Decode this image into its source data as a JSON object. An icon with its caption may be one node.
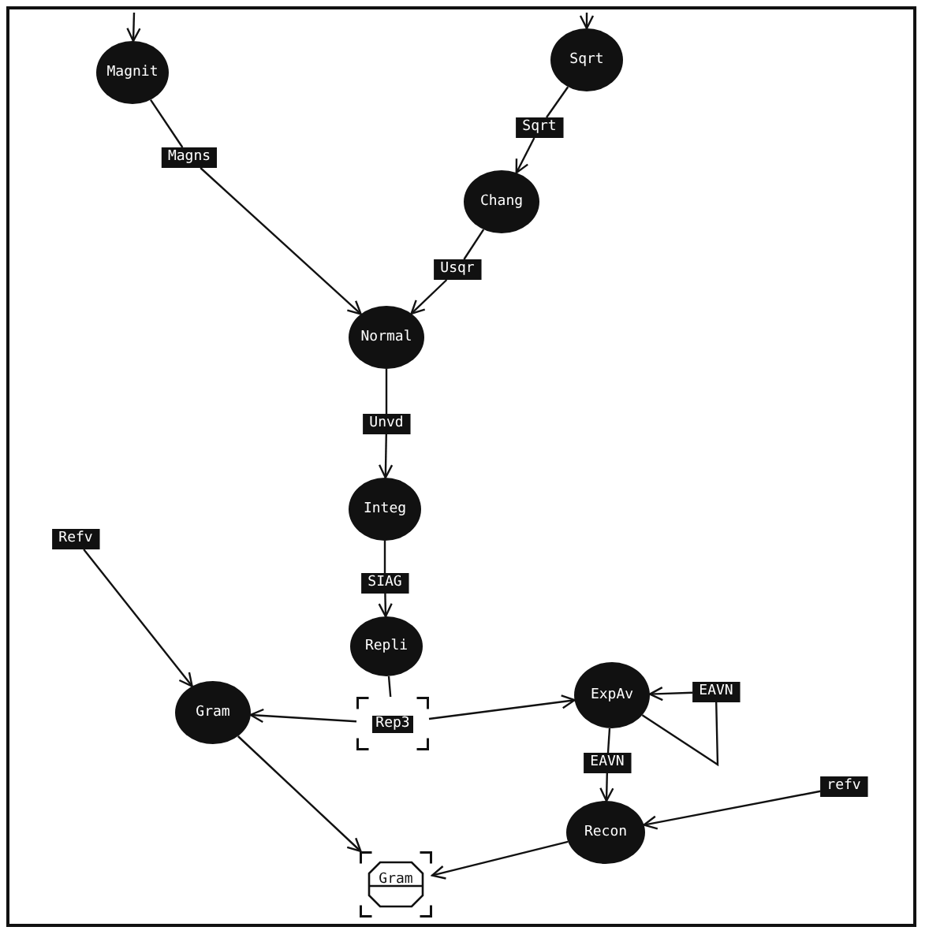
{
  "diagram": {
    "nodes": [
      {
        "text": [
          "Magnit"
        ]
      },
      {
        "text": [
          "Sqrt"
        ]
      },
      {
        "text": [
          "Magns"
        ]
      },
      {
        "text": [
          "Sqrt"
        ]
      },
      {
        "text": [
          "Chang"
        ]
      },
      {
        "text": [
          "Usqr"
        ]
      },
      {
        "text": [
          "Normal"
        ]
      },
      {
        "text": [
          "Unvd"
        ]
      },
      {
        "text": [
          "Integ"
        ]
      },
      {
        "text": [
          "SIAG"
        ]
      },
      {
        "text": [
          "Repli"
        ]
      },
      {
        "text": [
          "Rep3"
        ]
      },
      {
        "text": [
          "Refv"
        ]
      },
      {
        "text": [
          "Gram"
        ]
      },
      {
        "text": [
          "ExpAv"
        ]
      },
      {
        "text": [
          "EAVN"
        ]
      },
      {
        "text": [
          "EAVN"
        ]
      },
      {
        "text": [
          "refv"
        ]
      },
      {
        "text": [
          "Recon"
        ]
      },
      {
        "text": [
          "Gram"
        ]
      }
    ],
    "edges": [
      {
        "from": null,
        "to": 0,
        "arrow": "to"
      },
      {
        "from": null,
        "to": 1,
        "arrow": "to"
      },
      {
        "from": 0,
        "to": 2,
        "arrow": "none"
      },
      {
        "from": 2,
        "to": 6,
        "arrow": "to"
      },
      {
        "from": 1,
        "to": 3,
        "arrow": "none"
      },
      {
        "from": 3,
        "to": 4,
        "arrow": "to"
      },
      {
        "from": 4,
        "to": 5,
        "arrow": "none"
      },
      {
        "from": 5,
        "to": 6,
        "arrow": "to"
      },
      {
        "from": 6,
        "to": 7,
        "arrow": "none"
      },
      {
        "from": 7,
        "to": 8,
        "arrow": "to"
      },
      {
        "from": 8,
        "to": 9,
        "arrow": "none"
      },
      {
        "from": 9,
        "to": 10,
        "arrow": "to"
      },
      {
        "from": 10,
        "to": 11,
        "arrow": "none"
      },
      {
        "from": 11,
        "to": 13,
        "arrow": "to"
      },
      {
        "from": 11,
        "to": 14,
        "arrow": "to"
      },
      {
        "from": 12,
        "to": 13,
        "arrow": "to"
      },
      {
        "from": 14,
        "to": 15,
        "arrow": "none"
      },
      {
        "from": 15,
        "to": 14,
        "arrow": "to"
      },
      {
        "from": 14,
        "to": 16,
        "arrow": "none"
      },
      {
        "from": 16,
        "to": 18,
        "arrow": "to"
      },
      {
        "from": 17,
        "to": 18,
        "arrow": "to"
      },
      {
        "from": 13,
        "to": 19,
        "arrow": "to"
      },
      {
        "from": 18,
        "to": 19,
        "arrow": "to"
      }
    ]
  }
}
